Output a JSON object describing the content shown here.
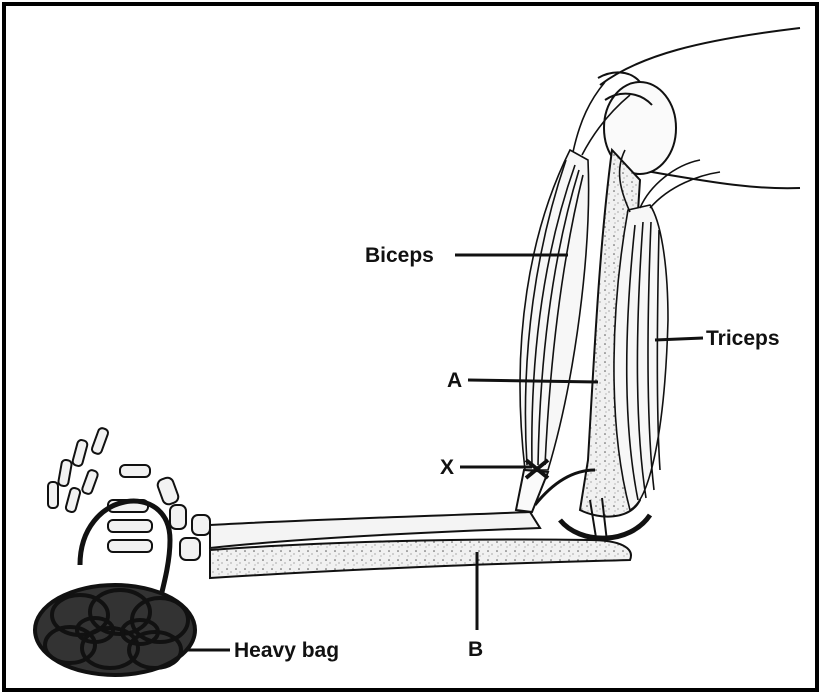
{
  "diagram": {
    "labels": {
      "biceps": "Biceps",
      "triceps": "Triceps",
      "a": "A",
      "x": "X",
      "b": "B",
      "heavy_bag": "Heavy bag"
    },
    "colors": {
      "ink": "#111111",
      "bone_fill": "#efefef",
      "muscle_fill": "#f7f7f7",
      "frame": "#000000"
    }
  }
}
